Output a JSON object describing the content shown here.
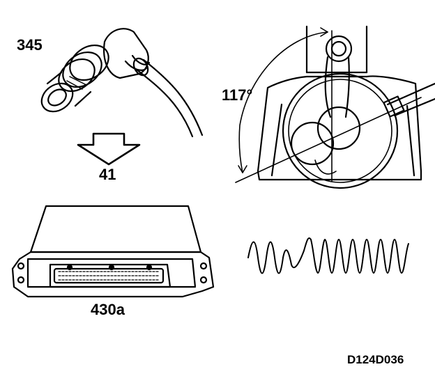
{
  "labels": {
    "sensor": "345",
    "arrow": "41",
    "angle": "117°",
    "ecu": "430a",
    "figure_ref": "D124D036"
  },
  "colors": {
    "ink": "#000000",
    "paper": "#ffffff"
  }
}
